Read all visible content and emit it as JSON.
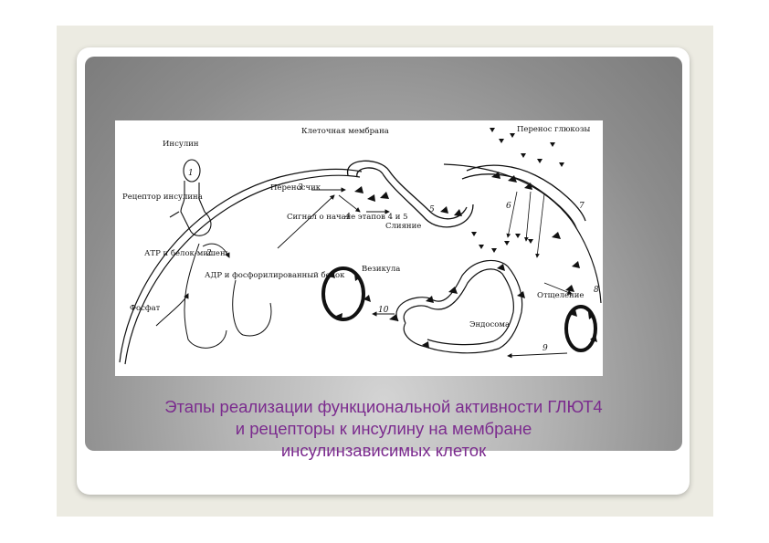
{
  "figure": {
    "labels": {
      "insulin": "Инсулин",
      "membrane": "Клеточная мембрана",
      "glucose_transport": "Перенос глюкозы",
      "transporter": "Переносчик",
      "receptor": "Рецептор инсулина",
      "fusion": "Слияние",
      "signal": "Сигнал о начале этапов 4 и 5",
      "atp": "АТР и белок-мишень",
      "adp": "АДР и фосфорилированный белок",
      "vesicle": "Везикула",
      "phosphate": "Фосфат",
      "detach": "Отщеление",
      "endosome": "Эндосома"
    },
    "steps": [
      "1",
      "2",
      "3",
      "4",
      "5",
      "6",
      "7",
      "8",
      "9",
      "10"
    ]
  },
  "caption": {
    "line1": "Этапы реализации функциональной активности ГЛЮТ4",
    "line2": "и рецепторы к инсулину  на мембране",
    "line3": "инсулинзависимых клеток"
  }
}
